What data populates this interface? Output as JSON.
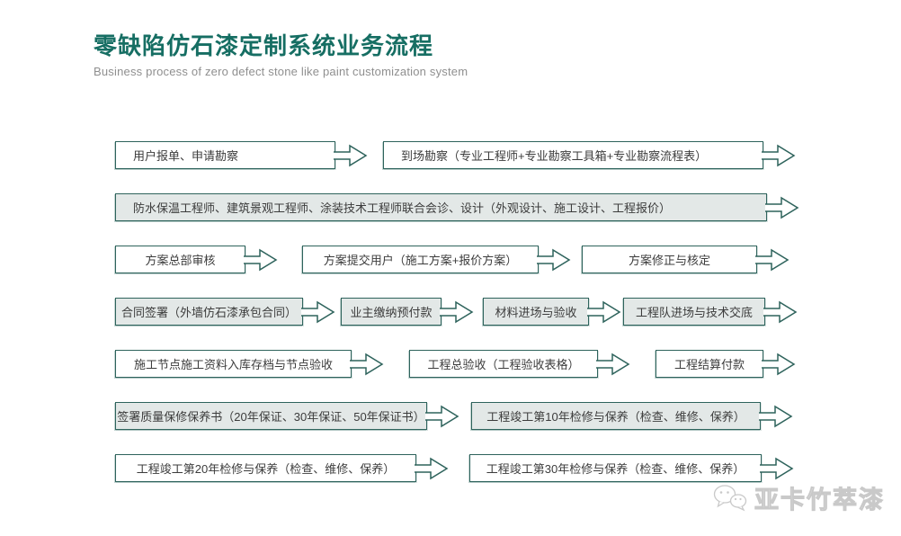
{
  "page": {
    "title": "零缺陷仿石漆定制系统业务流程",
    "subtitle": "Business process of zero defect stone like paint customization system"
  },
  "colors": {
    "title_accent": "#166e63",
    "box_border": "#2e635c",
    "box_fill_gray": "#e3e8e7",
    "box_fill_white": "#ffffff",
    "subtitle_gray": "#8f8f8f",
    "watermark_gray": "#c9c9c9"
  },
  "flow": {
    "rows": [
      {
        "boxes": [
          "用户报单、申请勘察",
          "到场勘察（专业工程师+专业勘察工具箱+专业勘察流程表）"
        ]
      },
      {
        "boxes": [
          "防水保温工程师、建筑景观工程师、涂装技术工程师联合会诊、设计（外观设计、施工设计、工程报价）"
        ]
      },
      {
        "boxes": [
          "方案总部审核",
          "方案提交用户（施工方案+报价方案）",
          "方案修正与核定"
        ]
      },
      {
        "boxes": [
          "合同签署（外墙仿石漆承包合同）",
          "业主缴纳预付款",
          "材料进场与验收",
          "工程队进场与技术交底"
        ]
      },
      {
        "boxes": [
          "施工节点施工资料入库存档与节点验收",
          "工程总验收（工程验收表格）",
          "工程结算付款"
        ]
      },
      {
        "boxes": [
          "签署质量保修保养书（20年保证、30年保证、50年保证书）",
          "工程竣工第10年检修与保养（检查、维修、保养）"
        ]
      },
      {
        "boxes": [
          "工程竣工第20年检修与保养（检查、维修、保养）",
          "工程竣工第30年检修与保养（检查、维修、保养）"
        ]
      }
    ]
  },
  "watermark": {
    "icon": "wechat-icon",
    "brand": "亚卡竹萃漆"
  }
}
